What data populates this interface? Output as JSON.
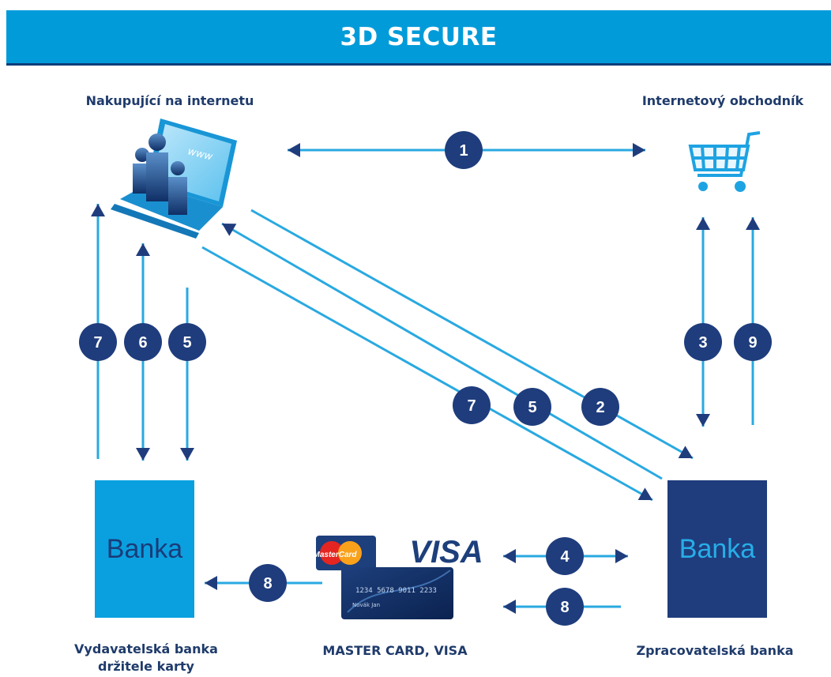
{
  "header": {
    "title": "3D SECURE"
  },
  "labels": {
    "shopper": "Nakupující na internetu",
    "merchant": "Internetový obchodník",
    "issuer_bank_line1": "Vydavatelská banka",
    "issuer_bank_line2": "držitele karty",
    "cards": "MASTER CARD, VISA",
    "acquirer_bank": "Zpracovatelská banka"
  },
  "banks": {
    "issuer": "Banka",
    "acquirer": "Banka"
  },
  "laptop_screen_text": "www",
  "cards_graphic": {
    "mastercard": "MasterCard",
    "visa": "VISA",
    "card_number": "1234 5678 9011 2233",
    "card_holder": "Novák Jan"
  },
  "steps": [
    "1",
    "2",
    "3",
    "4",
    "5",
    "5",
    "6",
    "7",
    "7",
    "8",
    "8",
    "9"
  ],
  "colors": {
    "header": "#029bd9",
    "dark_navy": "#1f3d7d",
    "light_blue": "#0aa0e0",
    "line": "#29a9e1"
  }
}
